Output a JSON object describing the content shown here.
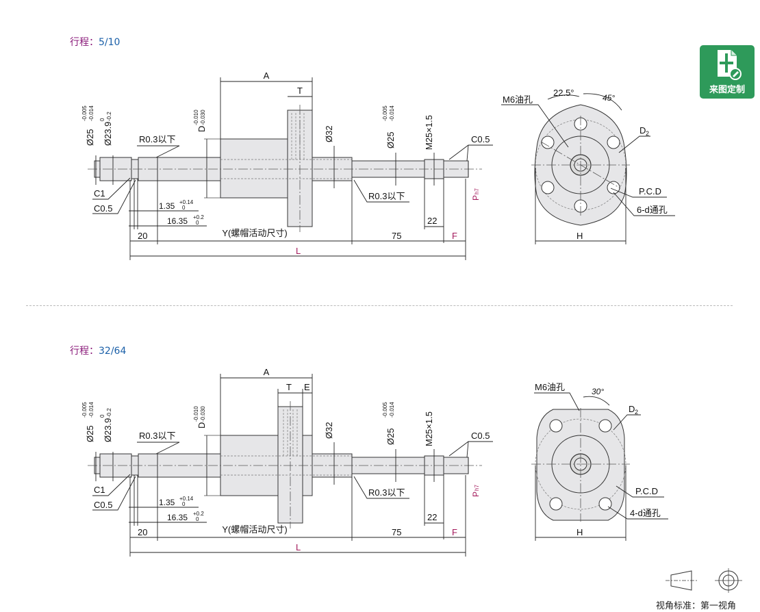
{
  "badge": {
    "label": "来图定制",
    "icon": "drawing-edit-icon",
    "color": "#2e9a5a"
  },
  "view_standard": "视角标准：第一视角",
  "sections": [
    {
      "stroke_prefix": "行程：",
      "stroke_value": "5/10",
      "labels": {
        "A": "A",
        "T": "T",
        "E": "",
        "d25_main": "Ø25",
        "d25_tol_top": "-0.005",
        "d25_tol_bot": "-0.014",
        "d239": "Ø23.9",
        "d239_tol_top": "0",
        "d239_tol_bot": "-0.2",
        "D": "D",
        "D_tol_top": "-0.010",
        "D_tol_bot": "-0.030",
        "d32": "Ø32",
        "d25b": "Ø25",
        "d25b_tol_top": "-0.005",
        "d25b_tol_bot": "-0.014",
        "m25": "M25×1.5",
        "c05_right": "C0.5",
        "r03_left": "R0.3以下",
        "r03_right": "R0.3以下",
        "c1": "C1",
        "c05_left": "C0.5",
        "d135": "1.35",
        "d135_tol_top": "+0.14",
        "d135_tol_bot": "0",
        "d1635": "16.35",
        "d1635_tol_top": "+0.2",
        "d1635_tol_bot": "0",
        "d22": "22",
        "ph7": "P",
        "ph7_sub": "h7",
        "d20": "20",
        "y": "Y(螺帽活动尺寸)",
        "d75": "75",
        "F": "F",
        "L": "L",
        "m6": "M6油孔",
        "ang1": "22.5°",
        "ang2": "45°",
        "D2": "D",
        "D2_sub": "2",
        "pcd": "P.C.D",
        "holes": "6-d通孔",
        "H": "H"
      }
    },
    {
      "stroke_prefix": "行程：",
      "stroke_value": "32/64",
      "labels": {
        "A": "A",
        "T": "T",
        "E": "E",
        "d25_main": "Ø25",
        "d25_tol_top": "-0.005",
        "d25_tol_bot": "-0.014",
        "d239": "Ø23.9",
        "d239_tol_top": "0",
        "d239_tol_bot": "-0.2",
        "D": "D",
        "D_tol_top": "-0.010",
        "D_tol_bot": "-0.030",
        "d32": "Ø32",
        "d25b": "Ø25",
        "d25b_tol_top": "-0.005",
        "d25b_tol_bot": "-0.014",
        "m25": "M25×1.5",
        "c05_right": "C0.5",
        "r03_left": "R0.3以下",
        "r03_right": "R0.3以下",
        "c1": "C1",
        "c05_left": "C0.5",
        "d135": "1.35",
        "d135_tol_top": "+0.14",
        "d135_tol_bot": "0",
        "d1635": "16.35",
        "d1635_tol_top": "+0.2",
        "d1635_tol_bot": "0",
        "d22": "22",
        "ph7": "P",
        "ph7_sub": "h7",
        "d20": "20",
        "y": "Y(螺帽活动尺寸)",
        "d75": "75",
        "F": "F",
        "L": "L",
        "m6": "M6油孔",
        "ang1": "30°",
        "ang2": "",
        "D2": "D",
        "D2_sub": "2",
        "pcd": "P.C.D",
        "holes": "4-d通孔",
        "H": "H"
      }
    }
  ]
}
